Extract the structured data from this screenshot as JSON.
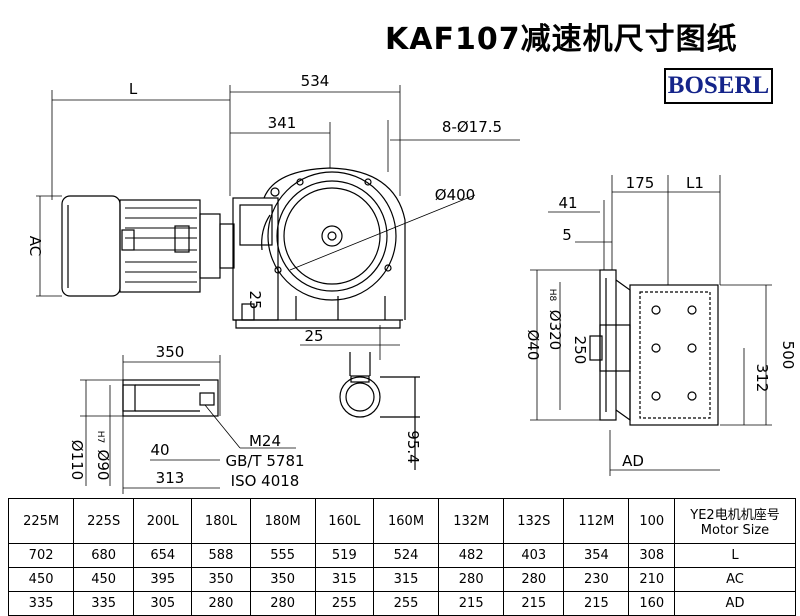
{
  "title": "KAF107减速机尺寸图纸",
  "brand": "BOSERL",
  "dims": {
    "L": "L",
    "d534": "534",
    "d341": "341",
    "bolts": "8-Ø17.5",
    "dia400": "Ø400",
    "AC": "AC",
    "d25a": "25",
    "d25b": "25",
    "d175": "175",
    "L1": "L1",
    "d41": "41",
    "d5": "5",
    "dia40": "Ø40",
    "dia320": "Ø320",
    "tol320": "H8",
    "d250": "250",
    "d312": "312",
    "d500": "500",
    "AD": "AD",
    "d350": "350",
    "d40": "40",
    "d313": "313",
    "dia110": "Ø110",
    "dia90": "Ø90",
    "tol90": "H7",
    "d95": "95.4",
    "m24": "M24",
    "gb": "GB/T 5781",
    "iso": "ISO 4018"
  },
  "table": {
    "header_cn": "YE2电机机座号",
    "header_en": "Motor Size",
    "columns": [
      "100",
      "112M",
      "132S",
      "132M",
      "160M",
      "160L",
      "180M",
      "180L",
      "200L",
      "225S",
      "225M"
    ],
    "rows": [
      {
        "label": "L",
        "values": [
          "308",
          "354",
          "403",
          "482",
          "524",
          "519",
          "555",
          "588",
          "654",
          "680",
          "702"
        ]
      },
      {
        "label": "AC",
        "values": [
          "210",
          "230",
          "280",
          "280",
          "315",
          "315",
          "350",
          "350",
          "395",
          "450",
          "450"
        ]
      },
      {
        "label": "AD",
        "values": [
          "160",
          "215",
          "215",
          "215",
          "255",
          "255",
          "280",
          "280",
          "305",
          "335",
          "335"
        ]
      }
    ]
  }
}
